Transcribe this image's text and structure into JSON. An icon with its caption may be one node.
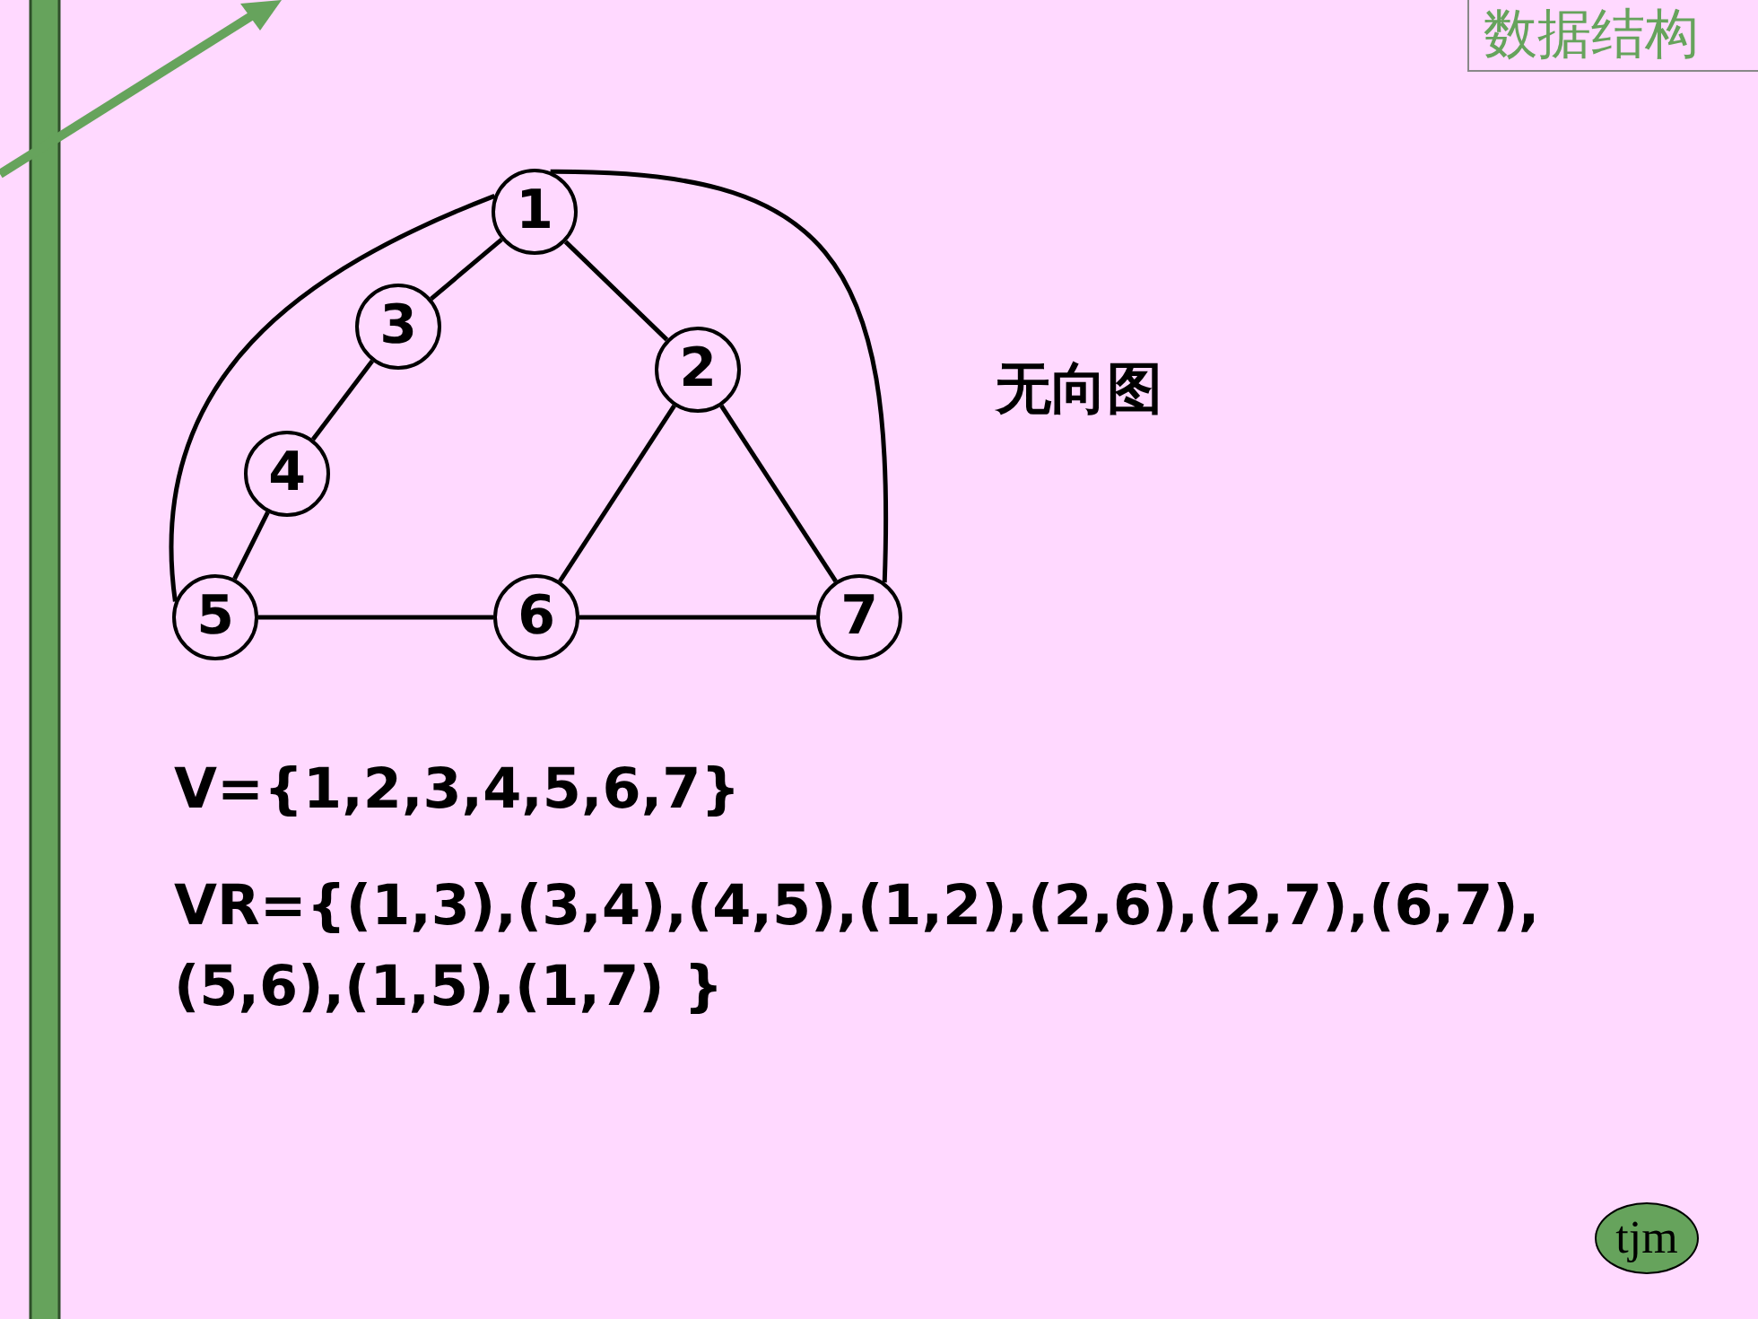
{
  "diagram": {
    "title": "数据结构",
    "nodes": [
      {
        "text": [
          "1"
        ]
      },
      {
        "text": [
          "3"
        ]
      },
      {
        "text": [
          "2"
        ]
      },
      {
        "text": [
          "4"
        ]
      },
      {
        "text": [
          "5"
        ]
      },
      {
        "text": [
          "6"
        ]
      },
      {
        "text": [
          "7"
        ]
      },
      {
        "text": [
          "tjm"
        ]
      }
    ],
    "edges": [
      {
        "from": 0,
        "to": 1,
        "arrow": "none"
      },
      {
        "from": 1,
        "to": 3,
        "arrow": "none"
      },
      {
        "from": 3,
        "to": 4,
        "arrow": "none"
      },
      {
        "from": 0,
        "to": 2,
        "arrow": "none"
      },
      {
        "from": 2,
        "to": 5,
        "arrow": "none"
      },
      {
        "from": 2,
        "to": 6,
        "arrow": "none"
      },
      {
        "from": 5,
        "to": 6,
        "arrow": "none"
      },
      {
        "from": 4,
        "to": 5,
        "arrow": "none"
      },
      {
        "from": 0,
        "to": 4,
        "arrow": "none"
      },
      {
        "from": 0,
        "to": 6,
        "arrow": "none"
      }
    ],
    "labels": [
      "无向图",
      "V={1,2,3,4,5,6,7}",
      "VR={(1,3),(3,4),(4,5),(1,2),(2,6),(2,7),(6,7), (5,6),(1,5),(1,7) }"
    ]
  }
}
